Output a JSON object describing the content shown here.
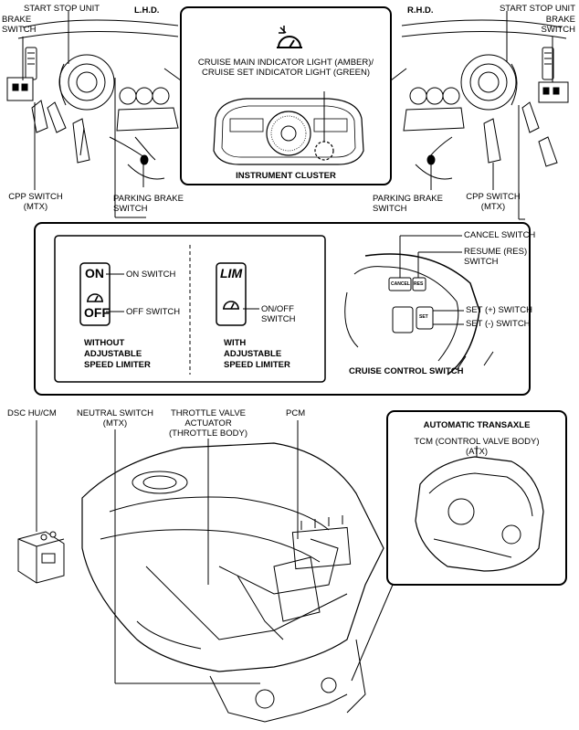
{
  "header": {
    "lhd": "L.H.D.",
    "rhd": "R.H.D."
  },
  "left": {
    "start_stop": "START STOP UNIT",
    "brake_switch": [
      "BRAKE",
      "SWITCH"
    ],
    "cpp_switch": [
      "CPP SWITCH",
      "(MTX)"
    ],
    "parking_brake": [
      "PARKING BRAKE",
      "SWITCH"
    ]
  },
  "right": {
    "start_stop": "START STOP UNIT",
    "brake_switch": [
      "BRAKE",
      "SWITCH"
    ],
    "cpp_switch": [
      "CPP SWITCH",
      "(MTX)"
    ],
    "parking_brake": [
      "PARKING BRAKE",
      "SWITCH"
    ]
  },
  "cluster": {
    "indicator": [
      "CRUISE MAIN INDICATOR LIGHT (AMBER)/",
      "CRUISE SET INDICATOR LIGHT (GREEN)"
    ],
    "title": "INSTRUMENT CLUSTER"
  },
  "switch_panel": {
    "without": {
      "on": "ON",
      "off": "OFF",
      "on_switch": "ON SWITCH",
      "off_switch": "OFF SWITCH",
      "caption": [
        "WITHOUT",
        "ADJUSTABLE",
        "SPEED LIMITER"
      ]
    },
    "with": {
      "lim": "LIM",
      "onoff_switch": [
        "ON/OFF",
        "SWITCH"
      ],
      "caption": [
        "WITH",
        "ADJUSTABLE",
        "SPEED LIMITER"
      ]
    },
    "cancel_switch": "CANCEL SWITCH",
    "resume_switch": [
      "RESUME (RES)",
      "SWITCH"
    ],
    "set_plus": "SET (+) SWITCH",
    "set_minus": "SET (-) SWITCH",
    "title": "CRUISE CONTROL SWITCH",
    "button_cancel": "CANCEL",
    "button_res": "RES",
    "button_set": "SET"
  },
  "engine": {
    "dsc": "DSC HU/CM",
    "neutral": [
      "NEUTRAL SWITCH",
      "(MTX)"
    ],
    "throttle": [
      "THROTTLE VALVE",
      "ACTUATOR",
      "(THROTTLE BODY)"
    ],
    "pcm": "PCM"
  },
  "atx": {
    "title": "AUTOMATIC TRANSAXLE",
    "tcm": [
      "TCM (CONTROL VALVE BODY)",
      "(ATX)"
    ]
  }
}
